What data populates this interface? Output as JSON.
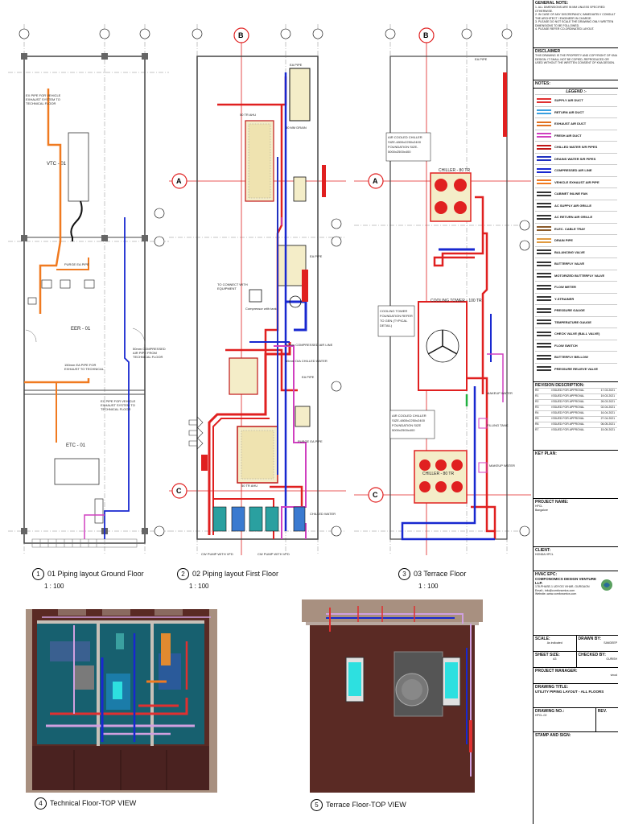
{
  "title_block": {
    "general_note": {
      "heading": "GENERAL NOTE:",
      "items": [
        "1. ALL DIMENSIONS ARE IN MM UNLESS SPECIFIED OTHERWISE.",
        "2. IN CASE OF ANY DISCREPANCY, IMMEDIATELY CONSULT THE ARCHITECT / ENGINEER IN CHARGE.",
        "3. PLEASE DO NOT SCALE THE DRAWING ONLY WRITTEN DIMENSIONS TO BE FOLLOWED.",
        "4. PLEASE REFER CO-ORDINATED LAYOUT."
      ]
    },
    "disclaimer": {
      "heading": "DISCLAIMER",
      "text": "THIS DRAWING IS THE PROPERTY AND COPYRIGHT OF KNA DESIGN. IT SHALL NOT BE COPIED, REPRODUCED OR USED WITHOUT THE WRITTEN CONSENT OF KNA DESIGN."
    },
    "notes_heading": "NOTES:",
    "legend_heading": "LEGEND :-",
    "legend": [
      {
        "label": "SUPPLY AIR DUCT",
        "color": "#e03030"
      },
      {
        "label": "RETURN AIR DUCT",
        "color": "#3aa0e0"
      },
      {
        "label": "EXHAUST AIR DUCT",
        "color": "#e07020"
      },
      {
        "label": "FRESH AIR DUCT",
        "color": "#d040c0"
      },
      {
        "label": "CHILLED WATER S/R PIPES",
        "color": "#c01818"
      },
      {
        "label": "DRAINS WATER S/R PIPES",
        "color": "#2030c0"
      },
      {
        "label": "COMPRESSED AIR LINE",
        "color": "#1828d0"
      },
      {
        "label": "VEHICLE EXHAUST AIR PIPE",
        "color": "#f07a20"
      },
      {
        "label": "CABINET INLINE FAN",
        "color": "#333333"
      },
      {
        "label": "AC SUPPLY AIR GRILLE",
        "color": "#333333"
      },
      {
        "label": "AC RETURN AIR GRILLE",
        "color": "#333333"
      },
      {
        "label": "ELEC. CABLE TRAY",
        "color": "#8a5a2a"
      },
      {
        "label": "DRAIN PIPE",
        "color": "#e09a40"
      },
      {
        "label": "BALANCING VALVE",
        "color": "#333333"
      },
      {
        "label": "BUTTERFLY VALVE",
        "color": "#333333"
      },
      {
        "label": "MOTORIZED BUTTERFLY VALVE",
        "color": "#333333"
      },
      {
        "label": "FLOW METER",
        "color": "#333333"
      },
      {
        "label": "Y-STRAINER",
        "color": "#333333"
      },
      {
        "label": "PRESSURE GAUGE",
        "color": "#333333"
      },
      {
        "label": "TEMPERATURE GAUGE",
        "color": "#333333"
      },
      {
        "label": "CHECK VALVE (BALL VALVE)",
        "color": "#333333"
      },
      {
        "label": "FLOW SWITCH",
        "color": "#333333"
      },
      {
        "label": "BUTTERFLY BELLOW",
        "color": "#333333"
      },
      {
        "label": "PRESSURE RELIEVE VALVE",
        "color": "#333333"
      }
    ],
    "revision_heading": "REVISION DESCRIPTION:",
    "revisions": [
      {
        "rev": "R0",
        "desc": "ISSUED FOR APPROVAL",
        "date": "17.03.2021"
      },
      {
        "rev": "R1",
        "desc": "ISSUED FOR APPROVAL",
        "date": "19.03.2021"
      },
      {
        "rev": "R2",
        "desc": "ISSUED FOR APPROVAL",
        "date": "26.03.2021"
      },
      {
        "rev": "R3",
        "desc": "ISSUED FOR APPROVAL",
        "date": "02.04.2021"
      },
      {
        "rev": "R4",
        "desc": "ISSUED FOR APPROVAL",
        "date": "16.04.2021"
      },
      {
        "rev": "R5",
        "desc": "ISSUED FOR APPROVAL",
        "date": "27.04.2021"
      },
      {
        "rev": "R6",
        "desc": "ISSUED FOR APPROVAL",
        "date": "06.05.2021"
      },
      {
        "rev": "R7",
        "desc": "ISSUED FOR APPROVAL",
        "date": "15.05.2021"
      }
    ],
    "key_plan": "KEY PLAN:",
    "project_name_label": "PROJECT NAME:",
    "project_name": "HPCL",
    "project_location": "Bangalore",
    "client_label": "CLIENT:",
    "client": "HONDA HPCL",
    "hvac_epc_label": "HVAC EPC:",
    "company": "COMFONOMICS DESIGN VENTURE LLP.",
    "address": "178-PHASE-1 UDYOG VIHAR, GURGAON",
    "email": "Email:- info@comfonomics.com",
    "website": "Website:-www.comfonomics.com",
    "scale_label": "SCALE:",
    "scale_value": "As indicated",
    "drawn_by_label": "DRAWN BY:",
    "drawn_by": "SANDEEP",
    "sheet_size_label": "SHEET SIZE:",
    "sheet_size": "A3",
    "checked_by_label": "CHECKED BY:",
    "checked_by": "GURISH",
    "pm_label": "PROJECT MANAGER:",
    "pm": "vinod",
    "drawing_title_label": "DRAWING TITLE:",
    "drawing_title": "UTILITY PIPING LAYOUT - ALL FLOORS",
    "drawing_no_label": "DRAWING NO.:",
    "drawing_no": "HPCL-02",
    "rev_label": "REV.",
    "stamp_label": "STAMP AND SIGN:"
  },
  "plans": [
    {
      "num": "1",
      "title": "01 Piping layout Ground Floor",
      "scale": "1 : 100"
    },
    {
      "num": "2",
      "title": "02 Piping layout First Floor",
      "scale": "1 : 100"
    },
    {
      "num": "3",
      "title": "03 Terrace Floor",
      "scale": "1 : 100"
    }
  ],
  "views": [
    {
      "num": "4",
      "title": "Technical Floor-TOP VIEW"
    },
    {
      "num": "5",
      "title": "Terrace Floor-TOP VIEW"
    }
  ],
  "plan_labels": {
    "vtc": "VTC - 01",
    "eer": "EER - 01",
    "etc": "ETC - 01",
    "chiller_top": "CHILLER - 80 TR",
    "cooling_tower": "COOLING TOWER - 100 TR",
    "chiller_bottom": "CHILLER - 80 TR",
    "air_cooled_note": "AIR COOLED CHILLER SIZE-4800x2250x2400 FOUNDATION SIZE-5000x2500x400",
    "ct_note": "COOLING TOWER FOUNDATION REFER TO GEN (TYPICAL DETAIL)",
    "grid_A": "A",
    "grid_B": "B",
    "grid_C": "C"
  }
}
